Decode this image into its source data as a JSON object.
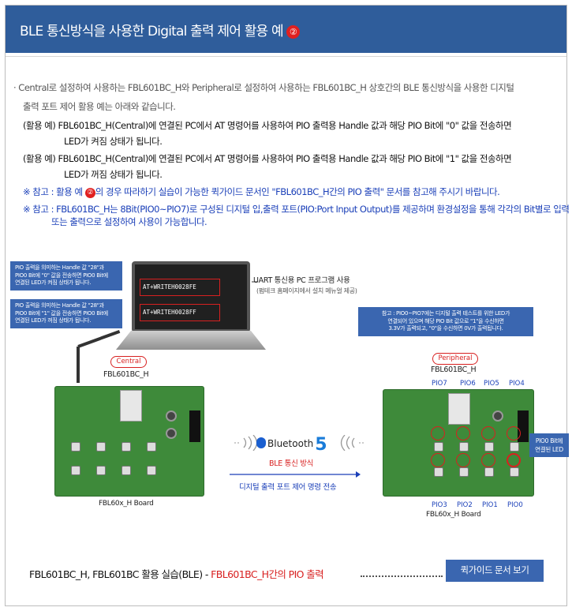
{
  "header": {
    "title": "BLE 통신방식을 사용한 Digital 출력 제어 활용 예",
    "title_num": "②"
  },
  "intro": {
    "line1": "· Central로 설정하여 사용하는 FBL601BC_H와 Peripheral로 설정하여 사용하는 FBL601BC_H 상호간의 BLE 통신방식을 사용한 디지털",
    "line2": "출력 포트 제어 활용 예는 아래와 같습니다."
  },
  "examples": [
    {
      "line1": "(활용 예) FBL601BC_H(Central)에 연결된 PC에서 AT 명령어를 사용하여 PIO 출력용 Handle 값과 해당 PIO Bit에 \"0\" 값을 전송하면",
      "line2": "LED가 켜짐 상태가 됩니다."
    },
    {
      "line1": "(활용 예) FBL601BC_H(Central)에 연결된 PC에서 AT 명령어를 사용하여 PIO 출력용 Handle 값과 해당 PIO Bit에 \"1\" 값을 전송하면",
      "line2": "LED가 꺼짐 상태가 됩니다."
    }
  ],
  "notes": {
    "note1_prefix": "※ 참고 : 활용 예",
    "note1_num": "②",
    "note1_suffix": "의 경우 따라하기 실습이 가능한 퀵가이드 문서인 \"FBL601BC_H간의 PIO 출력\" 문서를 참고해 주시기 바랍니다.",
    "note2_line1": "※ 참고 : FBL601BC_H는 8Bit(PIO0~PIO7)로 구성된 디지털 입,출력 포트(PIO:Port Input Output)를 제공하며 환경설정을 통해 각각의 Bit별로 입력",
    "note2_line2": "또는 출력으로 설정하여 사용이 가능합니다."
  },
  "diagram": {
    "box1": [
      "PIO 출력을 의미하는 Handle 값 \"28\"과",
      "PIO0 Bit에 \"0\" 값을 전송하면 PIO0 Bit에",
      "연결된 LED가 켜짐 상태가 됩니다."
    ],
    "box2": [
      "PIO 출력을 의미하는 Handle 값 \"28\"과",
      "PIO0 Bit에 \"1\" 값을 전송하면 PIO0 Bit에",
      "연결된 LED가 꺼짐 상태가 됩니다."
    ],
    "cmd1": "AT+WRITEH0028FE",
    "cmd2": "AT+WRITEH0028FF",
    "uart_title": "UART 통신용 PC 프로그램 사용",
    "uart_sub": "(펌테크 홈페이지에서 설치 메뉴얼 제공)",
    "right_note": [
      "참고 : PIO0~PIO7에는 디지털 출력 테스트를 위한 LED가",
      "연결되어 있으며 해당 PIO Bit 값으로 \"1\"을 수신하면",
      "3.3V가 출력되고, \"0\"을 수신하면 0V가 출력됩니다."
    ],
    "central_tag": "Central",
    "central_model": "FBL601BC_H",
    "peripheral_tag": "Peripheral",
    "peripheral_model": "FBL601BC_H",
    "left_board": "FBL60x_H Board",
    "right_board": "FBL60x_H Board",
    "bt_label": "Bluetooth",
    "bt_num": "5",
    "ble_label": "BLE 통신 방식",
    "transfer_label": "디지털 출력 포트 제어 명령 전송",
    "pio_top": [
      "PIO7",
      "PIO6",
      "PIO5",
      "PIO4"
    ],
    "pio_bottom": [
      "PIO3",
      "PIO2",
      "PIO1",
      "PIO0"
    ],
    "led_callout": [
      "PIO0 Bit에",
      "연결된 LED"
    ]
  },
  "footer": {
    "title_prefix": "FBL601BC_H, FBL601BC 활용 실습(BLE) - ",
    "title_red": "FBL601BC_H간의 PIO 출력",
    "button": "퀵가이드 문서 보기"
  },
  "colors": {
    "header_bg": "#2f5d9b",
    "accent_red": "#d82020",
    "accent_blue": "#1a3fb8",
    "button_bg": "#3a66b0"
  }
}
